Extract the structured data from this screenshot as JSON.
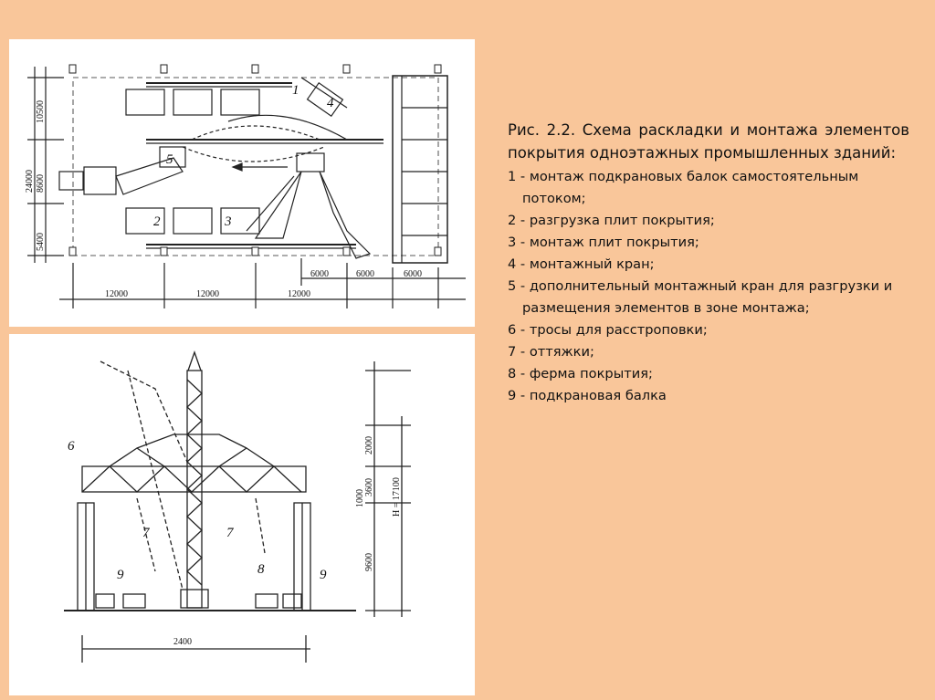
{
  "figure": {
    "caption_title": "Рис. 2.2. Схема раскладки и монтажа элементов покрытия одноэтажных промышленных зданий:",
    "legend": [
      "1 - монтаж подкрановых балок самостоятельным потоком;",
      "2 - разгрузка плит покрытия;",
      "3 - монтаж плит покрытия;",
      "4 - монтажный кран;",
      "5 - дополнительный монтажный кран для разгрузки и размещения элементов в зоне монтажа;",
      "6 - тросы для расстроповки;",
      "7 - оттяжки;",
      "8 - ферма покрытия;",
      "9 - подкрановая балка"
    ]
  },
  "plan": {
    "dims_vertical": [
      "10500",
      "8600",
      "5400"
    ],
    "dim_total": "24000",
    "dims_bottom": [
      "12000",
      "12000",
      "12000"
    ],
    "dims_right": [
      "6000",
      "6000",
      "6000"
    ],
    "markers": [
      "1",
      "2",
      "3",
      "4",
      "5"
    ]
  },
  "section": {
    "dim_bottom": "2400",
    "dims_right": [
      "2000",
      "3600",
      "1000",
      "9600"
    ],
    "dim_total": "H = 17100",
    "markers": [
      "6",
      "7",
      "7",
      "8",
      "9",
      "9"
    ]
  }
}
